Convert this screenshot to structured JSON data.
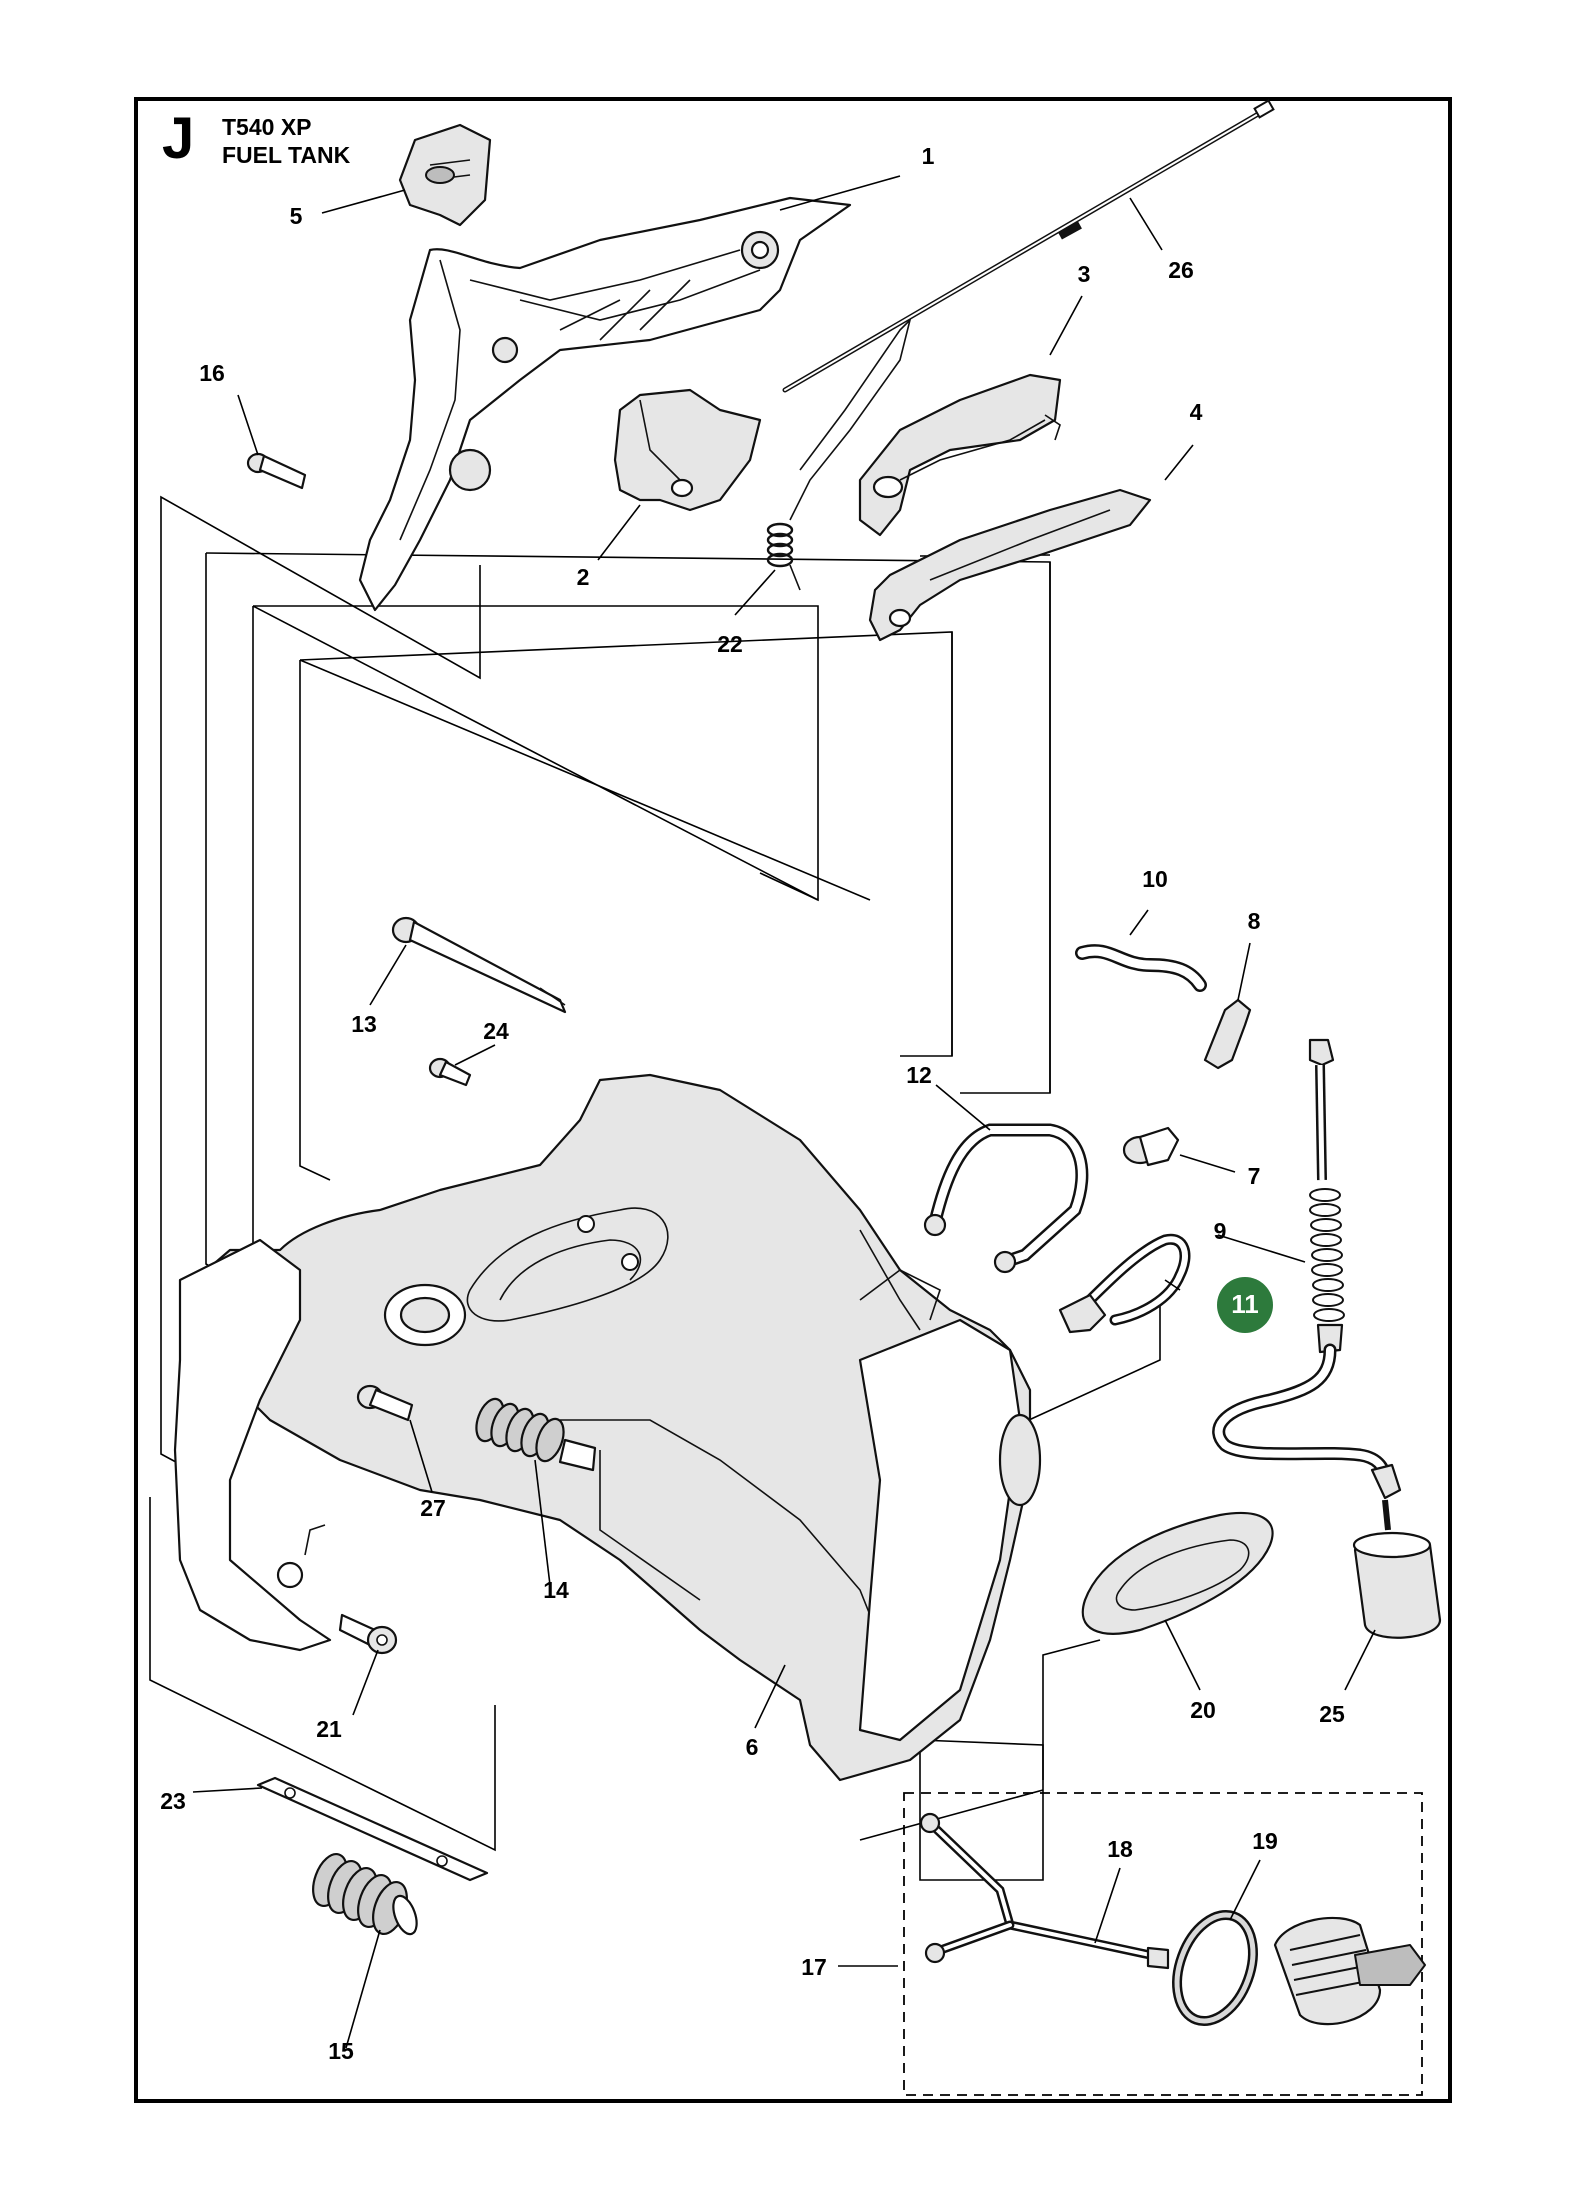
{
  "header": {
    "sheet_letter": "J",
    "model": "T540 XP",
    "section": "FUEL TANK"
  },
  "callouts": [
    {
      "id": "1",
      "label": "1"
    },
    {
      "id": "2",
      "label": "2"
    },
    {
      "id": "3",
      "label": "3"
    },
    {
      "id": "4",
      "label": "4"
    },
    {
      "id": "5",
      "label": "5"
    },
    {
      "id": "6",
      "label": "6"
    },
    {
      "id": "7",
      "label": "7"
    },
    {
      "id": "8",
      "label": "8"
    },
    {
      "id": "9",
      "label": "9"
    },
    {
      "id": "10",
      "label": "10"
    },
    {
      "id": "11",
      "label": "11",
      "highlighted": true
    },
    {
      "id": "12",
      "label": "12"
    },
    {
      "id": "13",
      "label": "13"
    },
    {
      "id": "14",
      "label": "14"
    },
    {
      "id": "15",
      "label": "15"
    },
    {
      "id": "16",
      "label": "16"
    },
    {
      "id": "17",
      "label": "17"
    },
    {
      "id": "18",
      "label": "18"
    },
    {
      "id": "19",
      "label": "19"
    },
    {
      "id": "20",
      "label": "20"
    },
    {
      "id": "21",
      "label": "21"
    },
    {
      "id": "22",
      "label": "22"
    },
    {
      "id": "23",
      "label": "23"
    },
    {
      "id": "24",
      "label": "24"
    },
    {
      "id": "25",
      "label": "25"
    },
    {
      "id": "26",
      "label": "26"
    },
    {
      "id": "27",
      "label": "27"
    }
  ],
  "colors": {
    "highlight": "#2d7a3c",
    "ink": "#000000",
    "part_fill": "#e6e6e6"
  }
}
